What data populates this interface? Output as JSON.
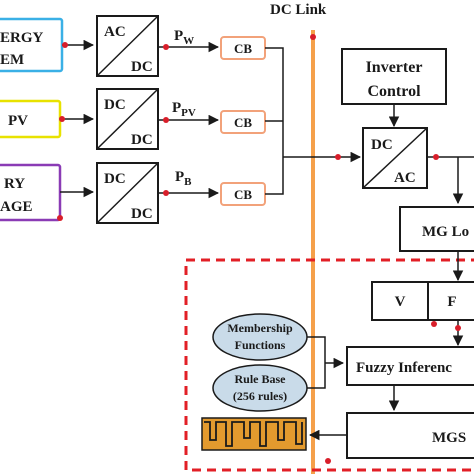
{
  "header": {
    "dc_link_label": "DC Link"
  },
  "sources": [
    {
      "label_line1": "ERGY",
      "label_line2": "EM",
      "color": "#3ab0e6"
    },
    {
      "label_line1": "PV",
      "label_line2": "",
      "color": "#e8e200"
    },
    {
      "label_line1": "RY",
      "label_line2": "AGE",
      "color": "#8a3bb5"
    }
  ],
  "converters": [
    {
      "top": "AC",
      "bottom": "DC",
      "power_symbol": "P",
      "power_sub": "W"
    },
    {
      "top": "DC",
      "bottom": "DC",
      "power_symbol": "P",
      "power_sub": "PV"
    },
    {
      "top": "DC",
      "bottom": "DC",
      "power_symbol": "P",
      "power_sub": "B"
    }
  ],
  "breaker_label": "CB",
  "inverter_control": {
    "line1": "Inverter",
    "line2": "Control"
  },
  "inverter": {
    "top": "DC",
    "bottom": "AC"
  },
  "mg_load": "MG Lo",
  "vf": {
    "v": "V",
    "f": "F"
  },
  "membership": {
    "line1": "Membership",
    "line2": "Functions"
  },
  "rule_base": {
    "line1": "Rule Base",
    "line2": "(256 rules)"
  },
  "fuzzy": "Fuzzy Inferenc",
  "mgs": "MGS",
  "colors": {
    "dc_link": "#f5a04a",
    "dashed_box": "#e21f26",
    "breaker": "#f2a27a",
    "ellipse_fill": "#c9dbe9",
    "node": "#d81e2a",
    "waveform_fill": "#e39a2e"
  }
}
